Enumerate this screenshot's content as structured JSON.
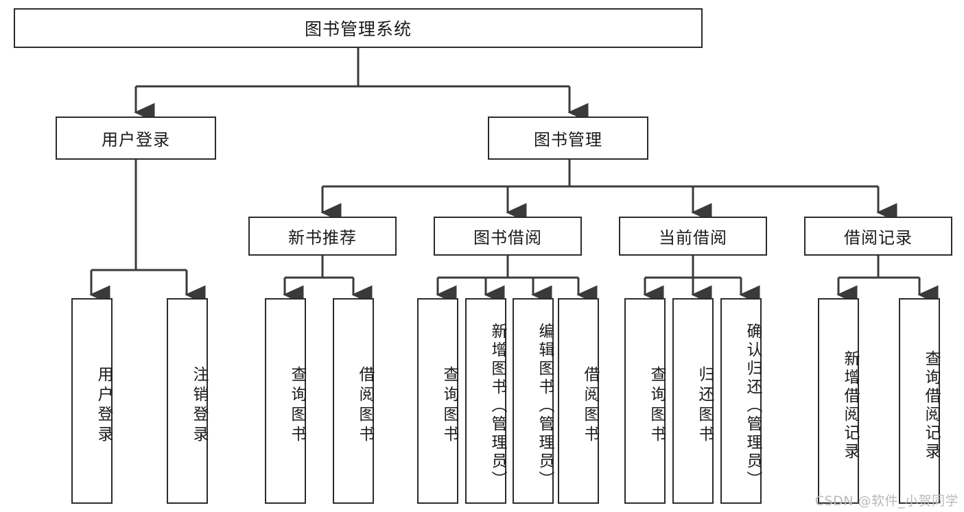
{
  "diagram": {
    "title": "图书管理系统",
    "type": "tree-hierarchy",
    "root": {
      "label": "图书管理系统"
    },
    "level2": [
      {
        "label": "用户登录"
      },
      {
        "label": "图书管理"
      }
    ],
    "level3": [
      {
        "label": "新书推荐"
      },
      {
        "label": "图书借阅"
      },
      {
        "label": "当前借阅"
      },
      {
        "label": "借阅记录"
      }
    ],
    "leaves": {
      "user_login": [
        {
          "label": "用户登录"
        },
        {
          "label": "注销登录"
        }
      ],
      "new_book_recommend": [
        {
          "label": "查询图书"
        },
        {
          "label": "借阅图书"
        }
      ],
      "book_borrow": [
        {
          "label": "查询图书"
        },
        {
          "label": "新增图书（管理员）"
        },
        {
          "label": "编辑图书（管理员）"
        },
        {
          "label": "借阅图书"
        }
      ],
      "current_borrow": [
        {
          "label": "查询图书"
        },
        {
          "label": "归还图书"
        },
        {
          "label": "确认归还（管理员）"
        }
      ],
      "borrow_record": [
        {
          "label": "新增借阅记录"
        },
        {
          "label": "查询借阅记录"
        }
      ]
    }
  },
  "watermark": {
    "text": "CSDN @软件_小贺同学"
  },
  "colors": {
    "box_border": "#2b2b2b",
    "box_fill": "#ffffff",
    "connector": "#3a3a3a",
    "text": "#1a1a1a",
    "watermark": "#b9b9b9"
  }
}
